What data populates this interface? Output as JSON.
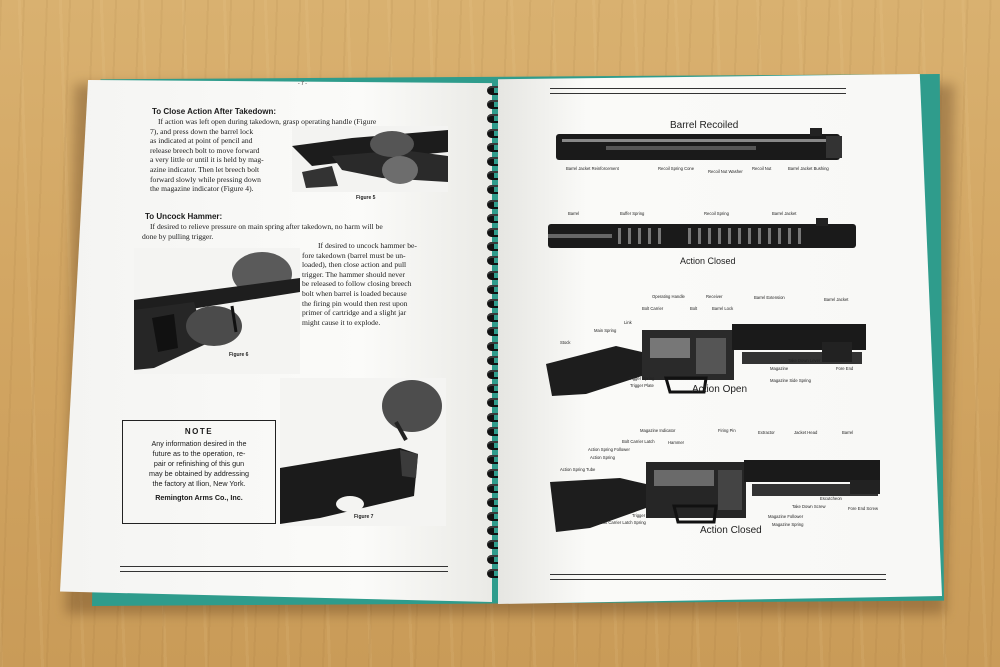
{
  "left_page": {
    "page_number": "- 7 -",
    "section1": {
      "heading": "To Close Action After Takedown:",
      "lines": [
        "If action was left open during takedown, grasp operating handle (Figure",
        "7), and press down the barrel lock",
        "as indicated at point of pencil and",
        "release breech bolt to move forward",
        "a very little or until it is held by mag-",
        "azine indicator. Then let breech bolt",
        "forward slowly while pressing down",
        "the magazine indicator (Figure 4)."
      ],
      "figure_caption": "Figure 5"
    },
    "section2": {
      "heading": "To Uncock Hammer:",
      "lines_full": [
        "If desired to relieve pressure on main spring after takedown, no harm will be",
        "done by pulling trigger."
      ],
      "lines_right": [
        "If desired to uncock hammer be-",
        "fore takedown (barrel must be un-",
        "loaded), then close action and pull",
        "trigger. The hammer should never",
        "be released to follow closing breech",
        "bolt when barrel is loaded because",
        "the firing pin would then rest upon",
        "primer of cartridge and a slight jar",
        "might cause it to explode."
      ],
      "figure_caption": "Figure 6"
    },
    "note": {
      "title": "NOTE",
      "lines": [
        "Any information desired in the",
        "future as to the operation, re-",
        "pair or refinishing of this gun",
        "may be obtained by addressing",
        "the factory at Ilion, New York."
      ],
      "signature": "Remington Arms Co., Inc."
    },
    "figure7_caption": "Figure 7"
  },
  "right_page": {
    "diagram1": {
      "title": "Barrel Recoiled",
      "labels": [
        "Barrel Jacket Reinforcement",
        "Recoil Spring Cone",
        "Recoil Nut Washer",
        "Recoil Nut",
        "Barrel Jacket Bushing"
      ]
    },
    "diagram2": {
      "title": "Action Closed",
      "labels": [
        "Barrel",
        "Buffer Spring",
        "Recoil Spring",
        "Barrel Jacket"
      ]
    },
    "diagram3": {
      "title": "Action Open",
      "labels": [
        "Operating Handle",
        "Receiver",
        "Barrel Extension",
        "Barrel Jacket",
        "Bolt Carrier",
        "Bolt",
        "Barrel Lock",
        "Main Spring",
        "Link",
        "Stock",
        "Trigger Spring",
        "Trigger Plate",
        "Magazine",
        "Magazine Side Spring",
        "Take Down Lever",
        "Fore End"
      ]
    },
    "diagram4": {
      "title": "Action Closed",
      "labels": [
        "Magazine Indicator",
        "Firing Pin",
        "Extractor",
        "Jacket Head",
        "Barrel",
        "Bolt Carrier Latch",
        "Hammer",
        "Action Spring Follower",
        "Action Spring",
        "Action Spring Tube",
        "Trigger",
        "Bolt Carrier Latch Spring",
        "Magazine Follower",
        "Magazine Spring",
        "Take Down Screw",
        "Escutcheon",
        "Fore End Screw"
      ]
    }
  }
}
